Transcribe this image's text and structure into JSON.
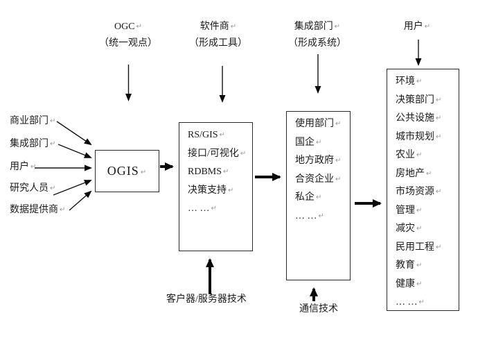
{
  "marks": {
    "pilcrow": "↵"
  },
  "top_labels": {
    "ogc": {
      "line1": "OGC",
      "line2": "（统一观点）"
    },
    "software": {
      "line1": "软件商",
      "line2": "（形成工具）"
    },
    "integrator": {
      "line1": "集成部门",
      "line2": "（形成系统）"
    },
    "user": {
      "line1": "用户",
      "line2": ""
    }
  },
  "left_labels": {
    "items": [
      "商业部门",
      "集成部门",
      "用户",
      "研究人员",
      "数据提供商"
    ]
  },
  "ogis_box": {
    "label": "OGIS"
  },
  "tools_box": {
    "items": [
      "RS/GIS",
      "接口/可视化",
      "RDBMS",
      "决策支持",
      "… …"
    ]
  },
  "orgs_box": {
    "items": [
      "使用部门",
      "国企",
      "地方政府",
      "合资企业",
      "私企",
      "… …"
    ]
  },
  "domains_box": {
    "items": [
      "环境",
      "决策部门",
      "公共设施",
      "城市规划",
      "农业",
      "房地产",
      "市场资源",
      "管理",
      "减灾",
      "民用工程",
      "教育",
      "健康",
      "… …"
    ]
  },
  "bottom_labels": {
    "client_server": "客户器/服务器技术",
    "comm": "通信技术"
  },
  "colors": {
    "line": "#141414",
    "text": "#1a1a1a",
    "pilcrow": "#979797",
    "background": "#ffffff"
  }
}
